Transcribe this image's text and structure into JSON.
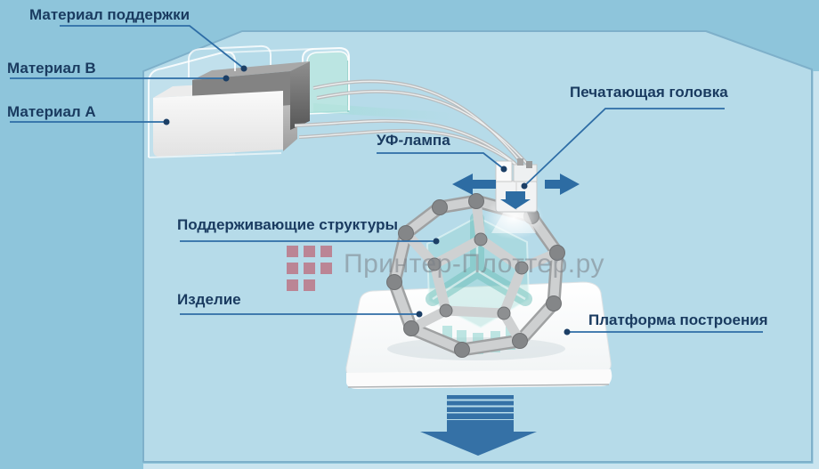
{
  "diagram": {
    "subject": "polyjet-3d-printer-schematic"
  },
  "labels": {
    "support_material": "Материал поддержки",
    "material_b": "Материал B",
    "material_a": "Материал A",
    "uv_lamp": "УФ-лампа",
    "print_head": "Печатающая головка",
    "support_structures": "Поддерживающие структуры",
    "product": "Изделие",
    "build_platform": "Платформа построения"
  },
  "watermark": {
    "text": "Принтер-Плоттер.ру"
  },
  "colors": {
    "background_outer": "#8ec5db",
    "background_room": "#b6dbe9",
    "room_border": "#7eb0ca",
    "leader_line": "#2e6da6",
    "leader_dot": "#1c3f66",
    "label_text": "#1a3b60",
    "arrow_blue": "#2d6ca3",
    "platform_arrow_blue": "#3571a6",
    "logo_red": "#bd7787",
    "watermark_gray": "#7a8086",
    "support_teal": "#a0ded5",
    "material_b_gray": "#868686",
    "material_a_white": "#f5f5f5"
  }
}
